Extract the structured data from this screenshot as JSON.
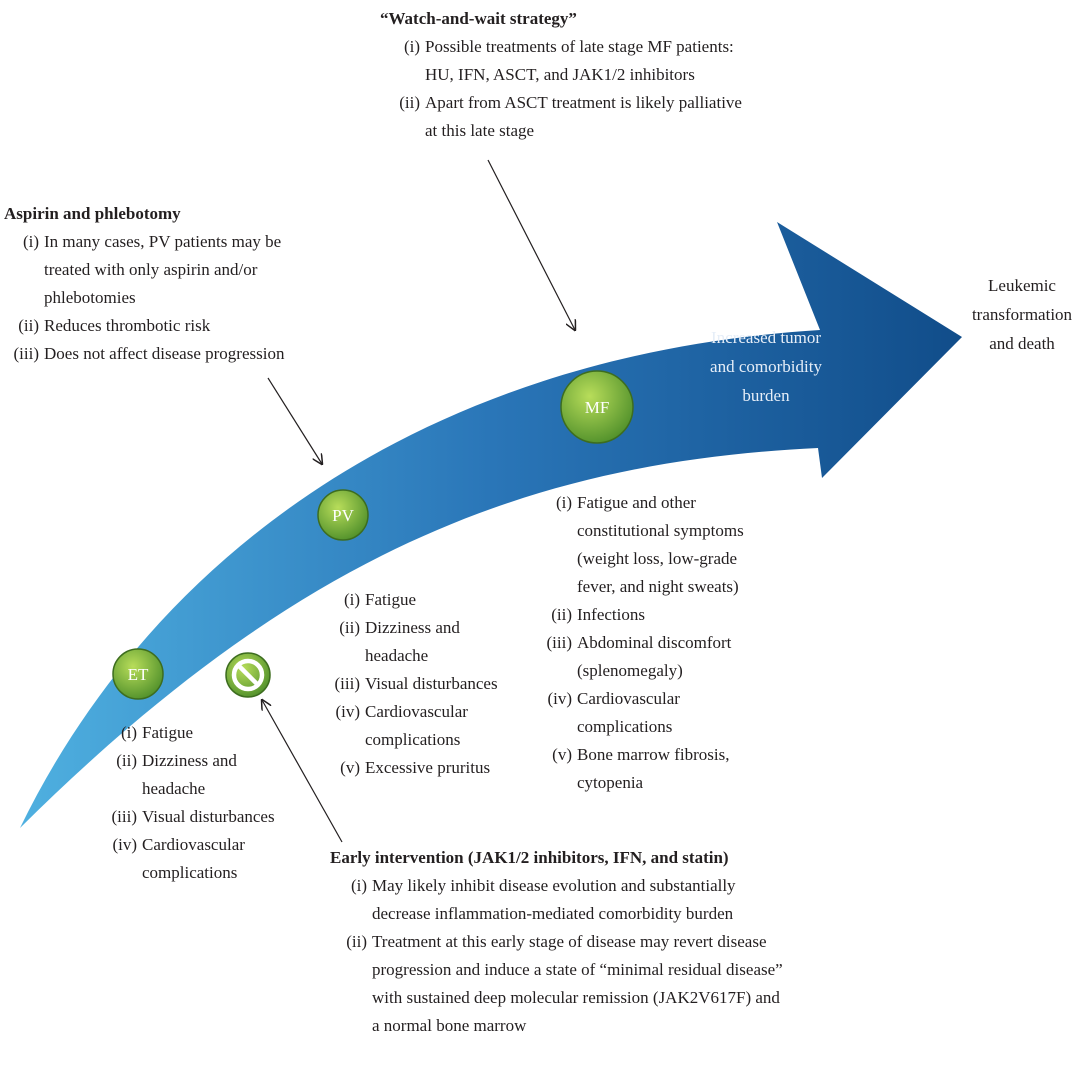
{
  "colors": {
    "arrow_start": "#4fb0e0",
    "arrow_mid": "#2a76b8",
    "arrow_end": "#114d8a",
    "circle_light": "#b8dd5a",
    "circle_dark": "#4f8f2a",
    "text": "#231f20"
  },
  "stages": {
    "et": "ET",
    "pv": "PV",
    "mf": "MF"
  },
  "arrow_label": {
    "line1": "Increased tumor",
    "line2": "and comorbidity",
    "line3": "burden"
  },
  "endpoint": {
    "line1": "Leukemic",
    "line2": "transformation",
    "line3": "and death"
  },
  "watch_wait": {
    "title": "“Watch-and-wait strategy”",
    "items": [
      {
        "num": "(i)",
        "lines": [
          "Possible treatments of late stage MF patients:",
          "HU, IFN, ASCT, and JAK1/2 inhibitors"
        ]
      },
      {
        "num": "(ii)",
        "lines": [
          "Apart from ASCT treatment is likely palliative",
          "at this late stage"
        ]
      }
    ]
  },
  "aspirin": {
    "title": "Aspirin and phlebotomy",
    "items": [
      {
        "num": "(i)",
        "lines": [
          "In many cases, PV patients may be",
          "treated with only aspirin and/or",
          "phlebotomies"
        ]
      },
      {
        "num": "(ii)",
        "lines": [
          "Reduces thrombotic risk"
        ]
      },
      {
        "num": "(iii)",
        "lines": [
          "Does not affect disease progression"
        ]
      }
    ]
  },
  "et_symptoms": {
    "items": [
      {
        "num": "(i)",
        "lines": [
          "Fatigue"
        ]
      },
      {
        "num": "(ii)",
        "lines": [
          "Dizziness and",
          "headache"
        ]
      },
      {
        "num": "(iii)",
        "lines": [
          "Visual disturbances"
        ]
      },
      {
        "num": "(iv)",
        "lines": [
          "Cardiovascular",
          "complications"
        ]
      }
    ]
  },
  "pv_symptoms": {
    "items": [
      {
        "num": "(i)",
        "lines": [
          "Fatigue"
        ]
      },
      {
        "num": "(ii)",
        "lines": [
          "Dizziness and",
          "headache"
        ]
      },
      {
        "num": "(iii)",
        "lines": [
          "Visual disturbances"
        ]
      },
      {
        "num": "(iv)",
        "lines": [
          "Cardiovascular",
          "complications"
        ]
      },
      {
        "num": "(v)",
        "lines": [
          "Excessive pruritus"
        ]
      }
    ]
  },
  "mf_symptoms": {
    "items": [
      {
        "num": "(i)",
        "lines": [
          "Fatigue and other",
          "constitutional symptoms",
          "(weight loss, low-grade",
          "fever, and night sweats)"
        ]
      },
      {
        "num": "(ii)",
        "lines": [
          "Infections"
        ]
      },
      {
        "num": "(iii)",
        "lines": [
          "Abdominal discomfort",
          "(splenomegaly)"
        ]
      },
      {
        "num": "(iv)",
        "lines": [
          "Cardiovascular",
          "complications"
        ]
      },
      {
        "num": "(v)",
        "lines": [
          "Bone marrow fibrosis,",
          "cytopenia"
        ]
      }
    ]
  },
  "early": {
    "title": "Early intervention (JAK1/2 inhibitors, IFN, and statin)",
    "items": [
      {
        "num": "(i)",
        "lines": [
          "May likely inhibit disease evolution and substantially",
          "decrease inflammation-mediated comorbidity burden"
        ]
      },
      {
        "num": "(ii)",
        "lines": [
          "Treatment at this early stage of disease may revert disease",
          "progression and induce a state of “minimal residual disease”",
          "with sustained deep molecular remission (JAK2V617F) and",
          "a normal bone marrow"
        ]
      }
    ]
  }
}
